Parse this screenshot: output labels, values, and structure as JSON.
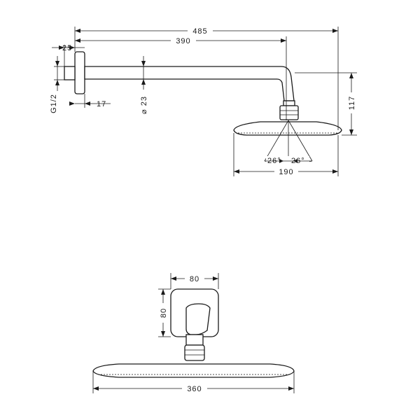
{
  "side_view": {
    "dim_arm_total": "485",
    "dim_arm_reach": "390",
    "dim_flange_depth": "25",
    "dim_flange_offset": "17",
    "dim_thread": "G1/2",
    "dim_pipe_diameter": "⌀ 23",
    "dim_height": "117",
    "dim_head_width": "190",
    "dim_angle_left": "26°",
    "dim_angle_right": "26°"
  },
  "front_view": {
    "dim_rosette_width": "80",
    "dim_rosette_height": "80",
    "dim_head_width": "360"
  }
}
